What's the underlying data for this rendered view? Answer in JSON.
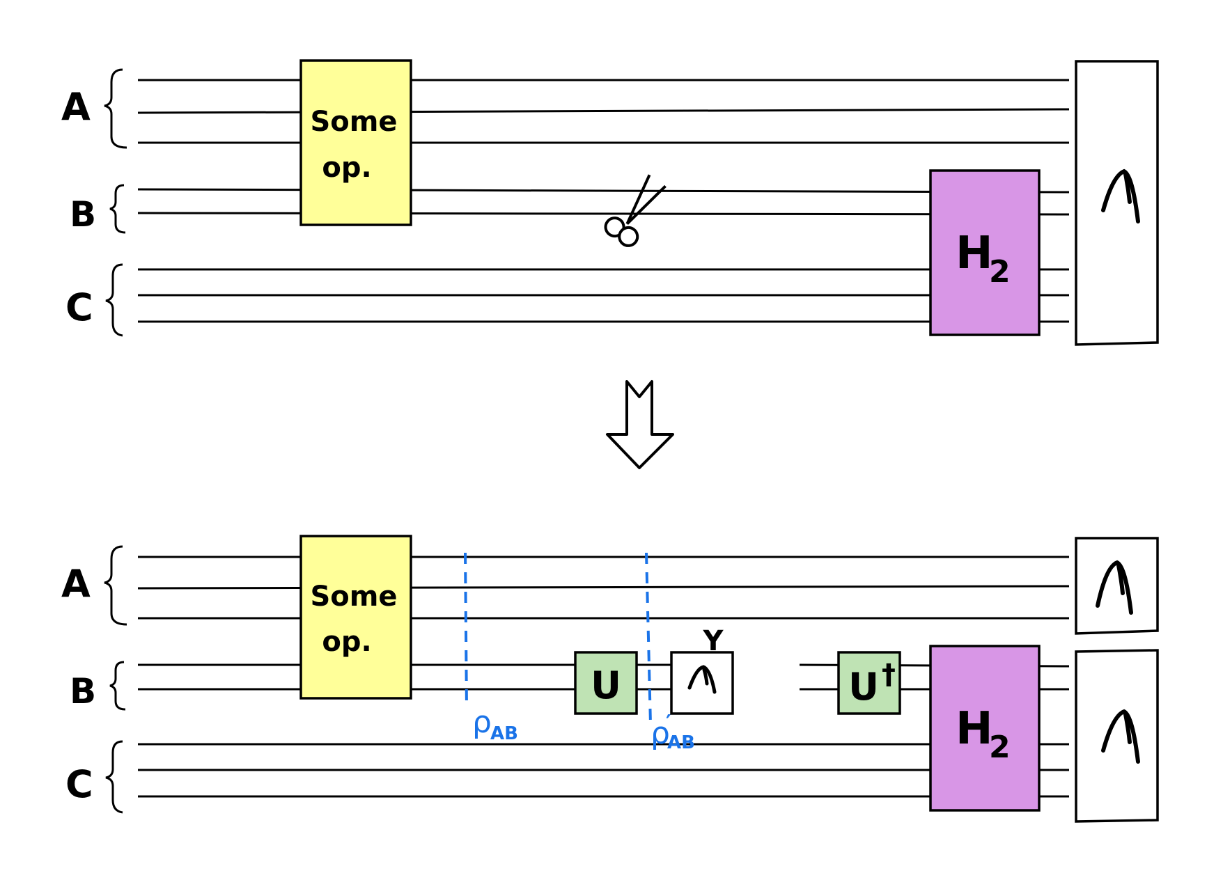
{
  "colors": {
    "ink": "#000000",
    "some_op_fill": "#ffff99",
    "h2_fill": "#d896e6",
    "u_fill": "#bfe3b4",
    "density_marker": "#1a73e8",
    "background": "#ffffff"
  },
  "top_circuit": {
    "registers": [
      {
        "label": "A",
        "wires": 3
      },
      {
        "label": "B",
        "wires": 2
      },
      {
        "label": "C",
        "wires": 3
      }
    ],
    "gates": {
      "some_op": {
        "line1": "Some",
        "line2": "op."
      },
      "h2": {
        "main": "H",
        "sub": "2"
      }
    },
    "icons": [
      "scissors-icon",
      "measurement-icon"
    ]
  },
  "transform_icon": "down-arrow-icon",
  "bottom_circuit": {
    "registers": [
      {
        "label": "A",
        "wires": 3
      },
      {
        "label": "B",
        "wires": 2
      },
      {
        "label": "C",
        "wires": 3
      }
    ],
    "gates": {
      "some_op": {
        "line1": "Some",
        "line2": "op."
      },
      "u": {
        "label": "U"
      },
      "measure_y": {
        "label": "Y"
      },
      "u_dagger": {
        "main": "U",
        "dagger": "†"
      },
      "h2": {
        "main": "H",
        "sub": "2"
      }
    },
    "markers": [
      {
        "symbol": "ρ",
        "subscript": "AB",
        "prime": ""
      },
      {
        "symbol": "ρ",
        "subscript": "AB",
        "prime": "′"
      }
    ]
  }
}
